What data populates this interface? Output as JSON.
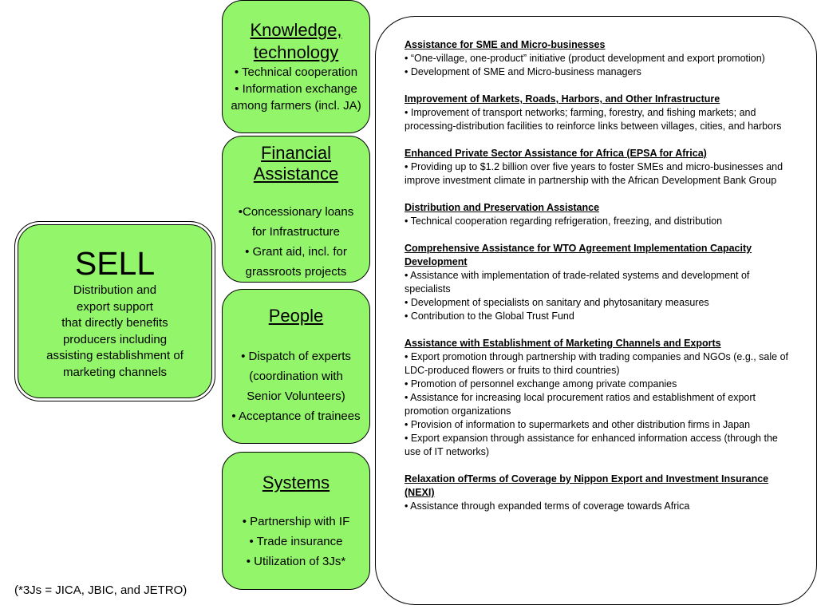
{
  "sell": {
    "title": "SELL",
    "lines": [
      "Distribution and",
      "export support",
      "that directly benefits",
      "producers including",
      "assisting establishment of",
      "marketing channels"
    ]
  },
  "boxes": {
    "knowledge": {
      "title_lines": [
        "Knowledge,",
        "technology"
      ],
      "items": [
        "• Technical cooperation",
        "• Information exchange among farmers (incl. JA)"
      ]
    },
    "financial": {
      "title_lines": [
        "Financial",
        "Assistance"
      ],
      "items": [
        "•Concessionary loans for Infrastructure",
        "• Grant aid, incl. for grassroots projects"
      ]
    },
    "people": {
      "title": "People",
      "items": [
        "• Dispatch of experts",
        "(coordination with",
        "Senior Volunteers)",
        "• Acceptance of trainees"
      ]
    },
    "systems": {
      "title": "Systems",
      "items": [
        "• Partnership with IF",
        "• Trade insurance",
        "• Utilization of 3Js*"
      ]
    }
  },
  "details": [
    {
      "heading": "Assistance for SME and Micro-businesses",
      "items": [
        "• “One-village, one-product” initiative (product development and export promotion)",
        "• Development of SME and Micro-business managers"
      ]
    },
    {
      "heading": "Improvement of Markets, Roads, Harbors, and Other Infrastructure",
      "items": [
        "• Improvement of transport networks; farming, forestry, and fishing markets; and processing-distribution facilities to reinforce links between villages, cities, and harbors"
      ]
    },
    {
      "heading": "Enhanced Private Sector Assistance for Africa (EPSA for Africa)",
      "items": [
        "• Providing up to $1.2 billion over five years to foster SMEs and micro-businesses and improve investment climate in partnership with the African Development Bank Group"
      ]
    },
    {
      "heading": "Distribution and Preservation Assistance",
      "items": [
        "• Technical cooperation regarding refrigeration, freezing, and distribution"
      ]
    },
    {
      "heading": "Comprehensive Assistance for WTO Agreement Implementation Capacity Development",
      "items": [
        "• Assistance with implementation of trade-related systems and development of specialists",
        "• Development of specialists on sanitary and phytosanitary measures",
        "• Contribution to the Global Trust Fund"
      ]
    },
    {
      "heading": "Assistance with Establishment of Marketing Channels and Exports",
      "items": [
        "• Export promotion through partnership with trading companies and NGOs (e.g., sale of LDC-produced flowers or fruits to third countries)",
        "• Promotion of personnel exchange among private companies",
        "• Assistance for increasing local procurement ratios and establishment of export promotion organizations",
        "• Provision of information to supermarkets and other distribution firms in Japan",
        "• Export expansion through assistance for enhanced information access (through the use of IT networks)"
      ]
    },
    {
      "heading": "Relaxation ofTerms of Coverage by Nippon Export and Investment Insurance (NEXI)",
      "items": [
        "• Assistance through expanded terms of coverage towards Africa"
      ]
    }
  ],
  "footnote": "(*3Js = JICA, JBIC, and JETRO)"
}
